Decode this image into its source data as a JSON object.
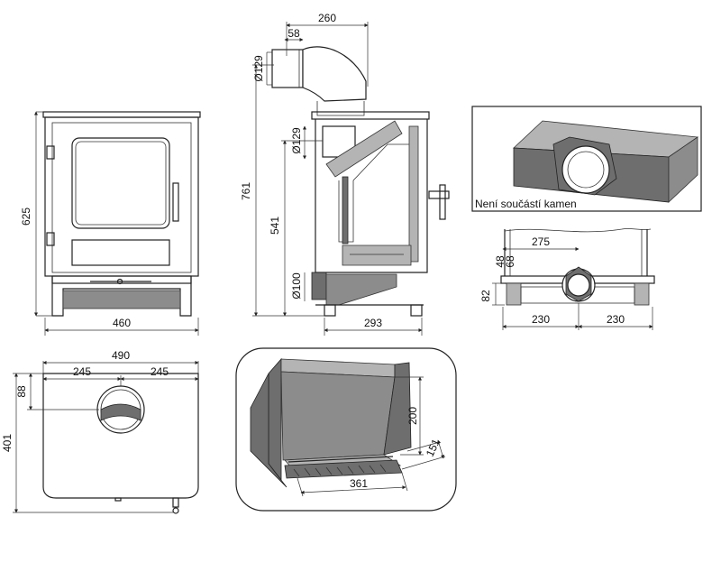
{
  "front_view": {
    "height": "625",
    "width": "460"
  },
  "side_view": {
    "top_width": "260",
    "outlet_offset": "58",
    "outlet_top_diameter": "Ø129",
    "outlet_rear_diameter": "Ø129",
    "total_height": "761",
    "rear_outlet_height": "541",
    "air_inlet_diameter": "Ø100",
    "depth": "293"
  },
  "base_plate": {
    "caption": "Není součástí kamen",
    "inlet_offset": "275",
    "small_dims": [
      "48",
      "68"
    ],
    "height": "82",
    "left_half": "230",
    "right_half": "230"
  },
  "top_view": {
    "total_width": "490",
    "left_half": "245",
    "right_half": "245",
    "outlet_offset": "88",
    "depth": "401"
  },
  "firebox": {
    "height": "200",
    "depth": "151",
    "width": "361"
  }
}
